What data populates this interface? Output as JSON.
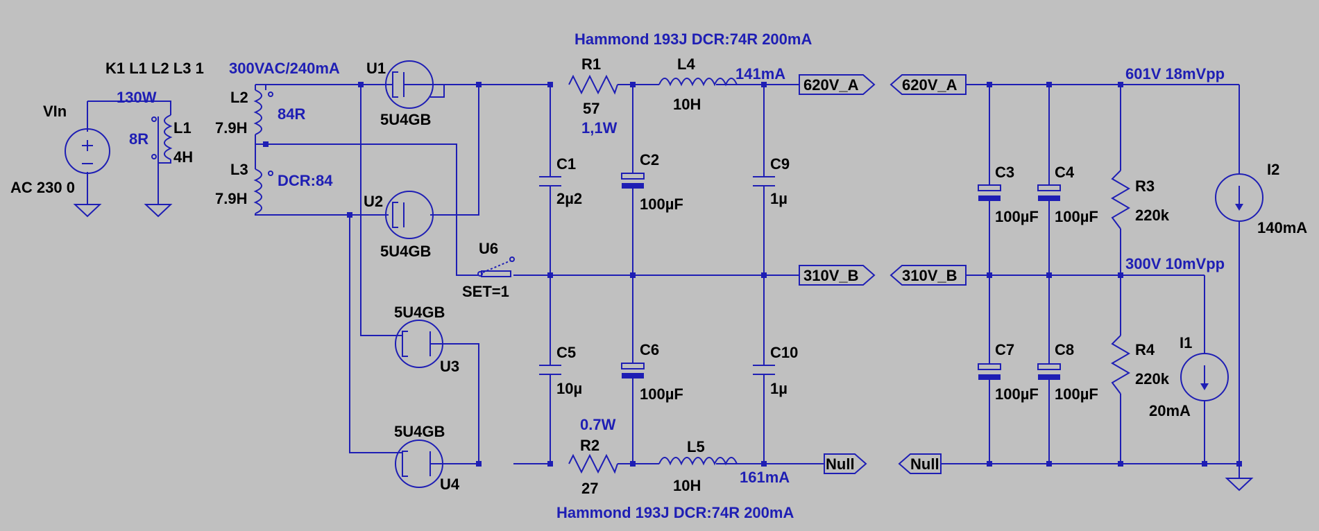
{
  "colors": {
    "background": "#c0c0c0",
    "wire": "#1e1eb4",
    "label": "#000000",
    "annotation": "#1e1eb4"
  },
  "annotations": {
    "hammond_top": "Hammond 193J DCR:74R 200mA",
    "hammond_bottom": "Hammond 193J DCR:74R 200mA",
    "vac": "300VAC/240mA",
    "power": "130W",
    "r84": "84R",
    "dcr84": "DCR:84",
    "r8": "8R",
    "r1_power": "1,1W",
    "r2_power": "0.7W",
    "i_top": "141mA",
    "i_bottom": "161mA",
    "v601": "601V 18mVpp",
    "v300": "300V 10mVpp"
  },
  "source": {
    "name": "VIn",
    "value": "AC 230 0"
  },
  "coupling": "K1 L1 L2 L3 1",
  "inductors": {
    "L1": {
      "name": "L1",
      "value": "4H"
    },
    "L2": {
      "name": "L2",
      "value": "7.9H"
    },
    "L3": {
      "name": "L3",
      "value": "7.9H"
    },
    "L4": {
      "name": "L4",
      "value": "10H"
    },
    "L5": {
      "name": "L5",
      "value": "10H"
    }
  },
  "tubes": {
    "U1": {
      "name": "U1",
      "value": "5U4GB"
    },
    "U2": {
      "name": "U2",
      "value": "5U4GB"
    },
    "U3": {
      "name": "U3",
      "value": "5U4GB"
    },
    "U4": {
      "name": "U4",
      "value": "5U4GB"
    }
  },
  "switch": {
    "name": "U6",
    "value": "SET=1"
  },
  "resistors": {
    "R1": {
      "name": "R1",
      "value": "57"
    },
    "R2": {
      "name": "R2",
      "value": "27"
    },
    "R3": {
      "name": "R3",
      "value": "220k"
    },
    "R4": {
      "name": "R4",
      "value": "220k"
    }
  },
  "capacitors": {
    "C1": {
      "name": "C1",
      "value": "2µ2"
    },
    "C2": {
      "name": "C2",
      "value": "100µF"
    },
    "C3": {
      "name": "C3",
      "value": "100µF"
    },
    "C4": {
      "name": "C4",
      "value": "100µF"
    },
    "C5": {
      "name": "C5",
      "value": "10µ"
    },
    "C6": {
      "name": "C6",
      "value": "100µF"
    },
    "C7": {
      "name": "C7",
      "value": "100µF"
    },
    "C8": {
      "name": "C8",
      "value": "100µF"
    },
    "C9": {
      "name": "C9",
      "value": "1µ"
    },
    "C10": {
      "name": "C10",
      "value": "1µ"
    }
  },
  "current_sources": {
    "I1": {
      "name": "I1",
      "value": "20mA"
    },
    "I2": {
      "name": "I2",
      "value": "140mA"
    }
  },
  "net_labels": {
    "v620_left": "620V_A",
    "v620_right": "620V_A",
    "v310_left": "310V_B",
    "v310_right": "310V_B",
    "null_left": "Null",
    "null_right": "Null"
  }
}
